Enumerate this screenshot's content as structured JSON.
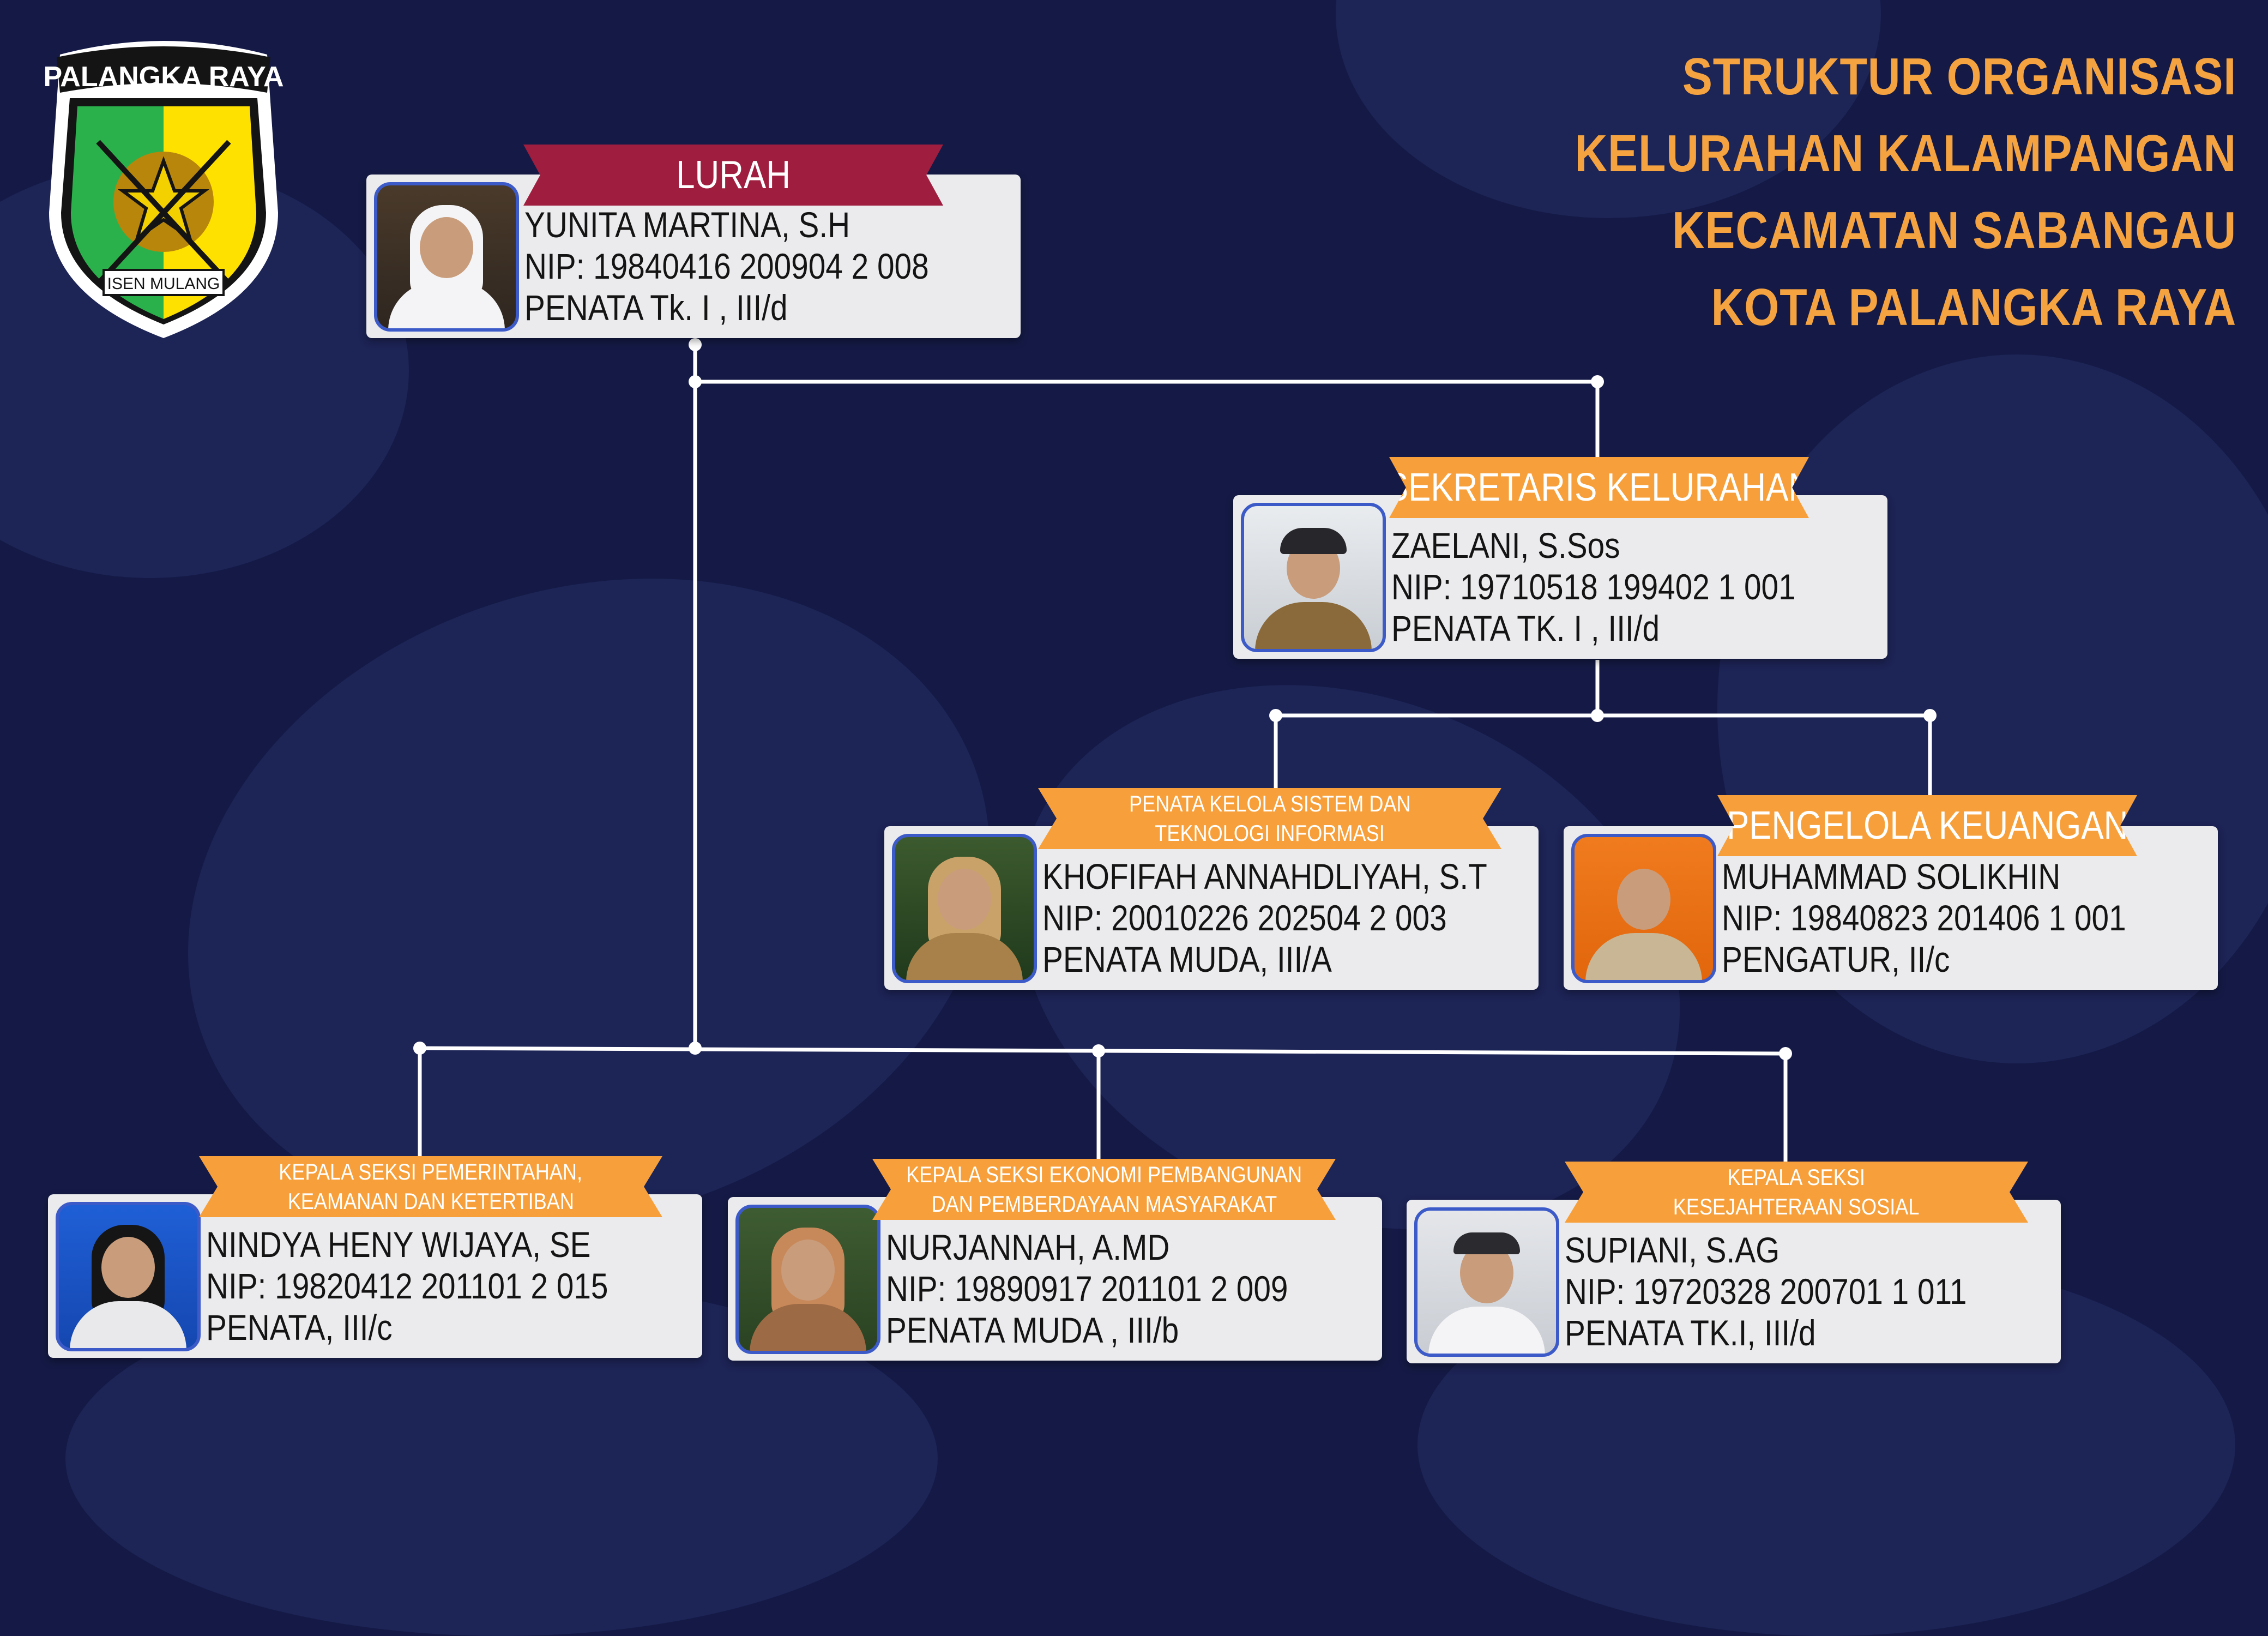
{
  "header": {
    "lines": [
      "STRUKTUR ORGANISASI",
      "KELURAHAN KALAMPANGAN",
      "KECAMATAN SABANGAU",
      "KOTA PALANGKA RAYA"
    ]
  },
  "emblem": {
    "top_text": "PALANGKA RAYA",
    "motto": "ISEN MULANG",
    "colors": {
      "green": "#2bb14b",
      "yellow": "#ffe100",
      "black": "#141414"
    }
  },
  "colors": {
    "background": "#141a45",
    "heading": "#f4a340",
    "ribbon_red": "#9f1d3e",
    "ribbon_orange": "#f7a03b",
    "card": "#ebebee",
    "photo_border": "#3c5bc9",
    "connector": "#ffffff"
  },
  "positions": {
    "lurah": {
      "title_lines": [
        "LURAH"
      ],
      "name": "YUNITA MARTINA, S.H",
      "nip": "NIP: 19840416 200904 2 008",
      "rank": "PENATA Tk. I , III/d"
    },
    "sekretaris": {
      "title_lines": [
        "SEKRETARIS KELURAHAN"
      ],
      "name": "ZAELANI, S.Sos",
      "nip": "NIP: 19710518 199402 1 001",
      "rank": "PENATA TK. I , III/d"
    },
    "penata_sistem": {
      "title_lines": [
        "PENATA KELOLA SISTEM DAN",
        "TEKNOLOGI INFORMASI"
      ],
      "name": "KHOFIFAH ANNAHDLIYAH, S.T",
      "nip": "NIP: 20010226 202504 2 003",
      "rank": "PENATA MUDA, III/A"
    },
    "keuangan": {
      "title_lines": [
        "PENGELOLA KEUANGAN"
      ],
      "name": "MUHAMMAD SOLIKHIN",
      "nip": "NIP: 19840823 201406 1 001",
      "rank": "PENGATUR, II/c"
    },
    "kasi_pemerintahan": {
      "title_lines": [
        "KEPALA SEKSI PEMERINTAHAN,",
        "KEAMANAN DAN KETERTIBAN"
      ],
      "name": "NINDYA HENY WIJAYA, SE",
      "nip": "NIP: 19820412 201101 2 015",
      "rank": "PENATA, III/c"
    },
    "kasi_ekonomi": {
      "title_lines": [
        "KEPALA SEKSI EKONOMI PEMBANGUNAN",
        "DAN PEMBERDAYAAN MASYARAKAT"
      ],
      "name": "NURJANNAH, A.MD",
      "nip": "NIP: 19890917 201101 2 009",
      "rank": "PENATA MUDA , III/b"
    },
    "kasi_kesejahteraan": {
      "title_lines": [
        "KEPALA SEKSI",
        "KESEJAHTERAAN SOSIAL"
      ],
      "name": "SUPIANI, S.AG",
      "nip": "NIP: 19720328 200701 1 011",
      "rank": "PENATA TK.I, III/d"
    }
  }
}
